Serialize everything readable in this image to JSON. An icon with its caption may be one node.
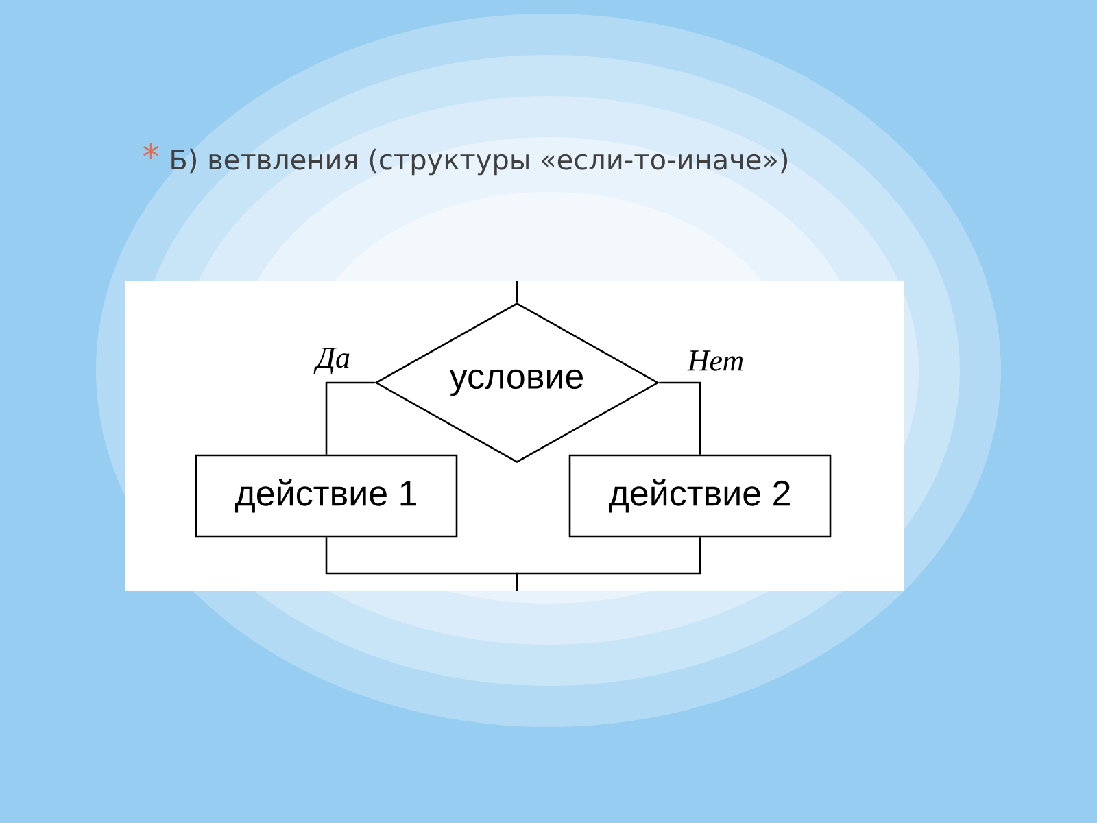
{
  "diagram": {
    "title": "Б) ветвления (структуры «если-то-иначе»)",
    "nodes": [
      {
        "text": [
          "условие"
        ]
      },
      {
        "text": [
          "действие 1"
        ]
      },
      {
        "text": [
          "действие 2"
        ]
      }
    ],
    "edges": [
      {
        "from": null,
        "to": 0,
        "arrow": "none"
      },
      {
        "from": 0,
        "to": 1,
        "arrow": "none",
        "label": "Да"
      },
      {
        "from": 0,
        "to": 2,
        "arrow": "none",
        "label": "Нет"
      },
      {
        "from": 1,
        "to": null,
        "arrow": "none"
      },
      {
        "from": 2,
        "to": null,
        "arrow": "none"
      }
    ]
  }
}
